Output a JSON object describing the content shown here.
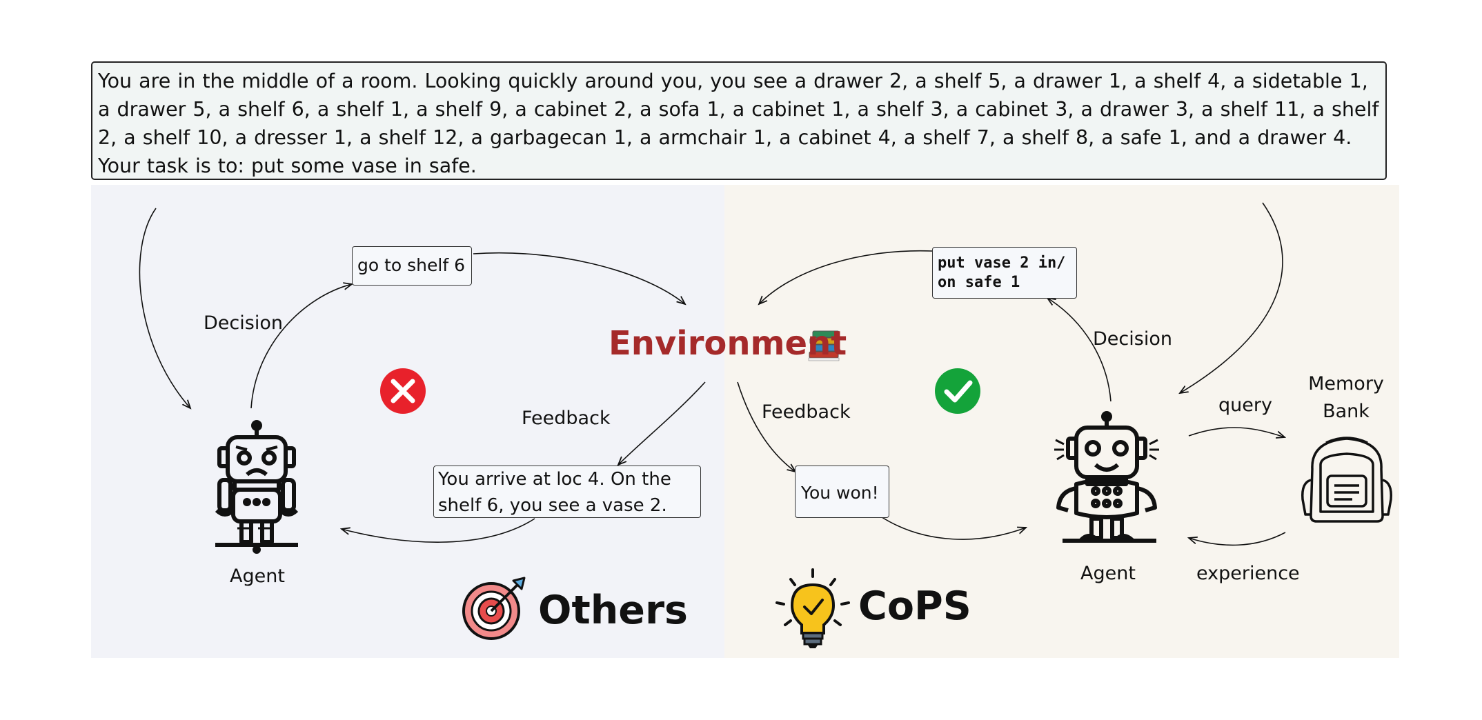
{
  "task_text": "You are in the middle of a room. Looking quickly around you, you see a drawer 2, a shelf 5, a drawer 1, a shelf 4, a sidetable 1, a drawer 5, a shelf 6, a shelf 1, a shelf 9, a cabinet 2, a sofa 1, a cabinet 1, a shelf 3, a cabinet 3, a drawer 3, a shelf 11, a shelf 2, a shelf 10, a dresser 1, a shelf 12, a garbagecan 1, a armchair 1, a cabinet 4, a shelf 7, a shelf 8, a safe 1, and a drawer 4.  Your task is to: put some vase in safe.",
  "environment": {
    "label": "Environment"
  },
  "left": {
    "decision_label": "Decision",
    "action": "go to shelf 6",
    "feedback_label": "Feedback",
    "observation": "You arrive at loc 4. On the shelf 6, you see a vase 2.",
    "agent_label": "Agent",
    "method_name": "Others",
    "status": "fail"
  },
  "right": {
    "decision_label": "Decision",
    "action_line1": "put vase 2 in/",
    "action_line2": "on safe 1",
    "feedback_label": "Feedback",
    "observation": "You won!",
    "agent_label": "Agent",
    "query_label": "query",
    "experience_label": "experience",
    "memory_line1": "Memory",
    "memory_line2": "Bank",
    "method_name": "CoPS",
    "status": "success"
  },
  "colors": {
    "environment_title": "#a52a2a",
    "fail_icon": "#e8212b",
    "success_icon": "#14a33a",
    "left_panel": "#f2f3f8",
    "right_panel": "#f8f5ef"
  },
  "icons": [
    "robot-sad-icon",
    "robot-happy-icon",
    "backpack-icon",
    "books-icon",
    "target-icon",
    "lightbulb-icon",
    "cross-icon",
    "check-icon"
  ]
}
